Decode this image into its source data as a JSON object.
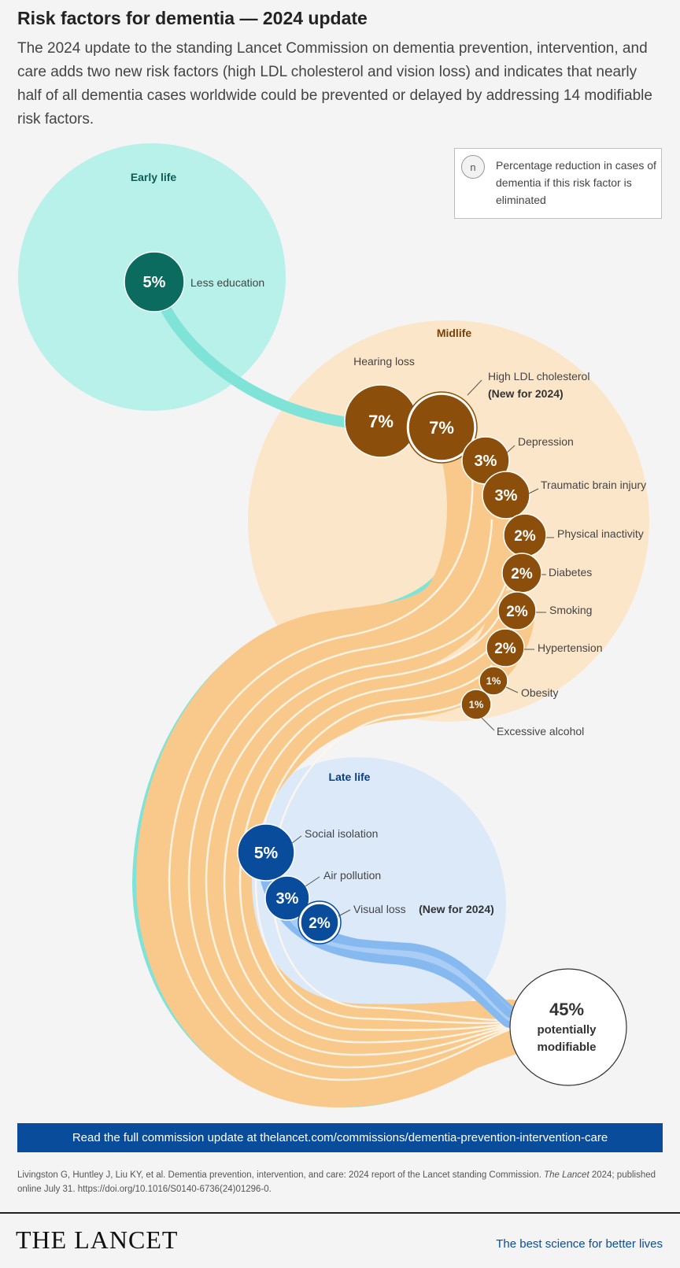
{
  "header": {
    "title": "Risk factors for dementia — 2024 update",
    "intro": "The 2024 update to the standing Lancet Commission on dementia prevention, intervention, and care adds two new risk factors (high LDL cholesterol and vision loss) and indicates that nearly half of all dementia cases worldwide could be prevented or delayed by addressing 14 modifiable risk factors."
  },
  "legend": {
    "symbol": "n",
    "text": "Percentage reduction in cases of dementia if this risk factor is eliminated"
  },
  "stages": {
    "early": "Early life",
    "mid": "Midlife",
    "late": "Late life"
  },
  "risk_factors": [
    {
      "stage": "early",
      "label": "Less education",
      "value": "5%",
      "color": "#0b6b5e"
    },
    {
      "stage": "mid",
      "label": "Hearing loss",
      "value": "7%",
      "color": "#8c4f0b"
    },
    {
      "stage": "mid",
      "label": "High LDL cholesterol",
      "note": "(New for 2024)",
      "value": "7%",
      "color": "#8c4f0b"
    },
    {
      "stage": "mid",
      "label": "Depression",
      "value": "3%",
      "color": "#8c4f0b"
    },
    {
      "stage": "mid",
      "label": "Traumatic brain injury",
      "value": "3%",
      "color": "#8c4f0b"
    },
    {
      "stage": "mid",
      "label": "Physical inactivity",
      "value": "2%",
      "color": "#8c4f0b"
    },
    {
      "stage": "mid",
      "label": "Diabetes",
      "value": "2%",
      "color": "#8c4f0b"
    },
    {
      "stage": "mid",
      "label": "Smoking",
      "value": "2%",
      "color": "#8c4f0b"
    },
    {
      "stage": "mid",
      "label": "Hypertension",
      "value": "2%",
      "color": "#8c4f0b"
    },
    {
      "stage": "mid",
      "label": "Obesity",
      "value": "1%",
      "color": "#8c4f0b"
    },
    {
      "stage": "mid",
      "label": "Excessive alcohol",
      "value": "1%",
      "color": "#8c4f0b"
    },
    {
      "stage": "late",
      "label": "Social isolation",
      "value": "5%",
      "color": "#0a4c9c"
    },
    {
      "stage": "late",
      "label": "Air pollution",
      "value": "3%",
      "color": "#0a4c9c"
    },
    {
      "stage": "late",
      "label": "Visual loss",
      "note": "(New for 2024)",
      "value": "2%",
      "color": "#0a4c9c"
    }
  ],
  "total": {
    "value": "45%",
    "line1": "potentially",
    "line2": "modifiable"
  },
  "banner": "Read the full commission update at thelancet.com/commissions/dementia-prevention-intervention-care",
  "citation": {
    "authors": "Livingston G, Huntley J, Liu KY, et al.  Dementia prevention, intervention, and care: 2024 report of the Lancet standing Commission. ",
    "journal": "The Lancet",
    "rest": " 2024; published online July 31. https://doi.org/10.1016/S0140-6736(24)01296-0."
  },
  "footer": {
    "logo": "THE LANCET",
    "tagline": "The best science for better lives"
  },
  "colors": {
    "early_bg": "#b8f0ea",
    "early_stream": "#7fe3d8",
    "mid_bg": "#fce6c9",
    "mid_stream": "#f8c98a",
    "late_bg": "#dce9f9",
    "late_stream": "#86b9ef",
    "banner": "#0a4c9c"
  }
}
